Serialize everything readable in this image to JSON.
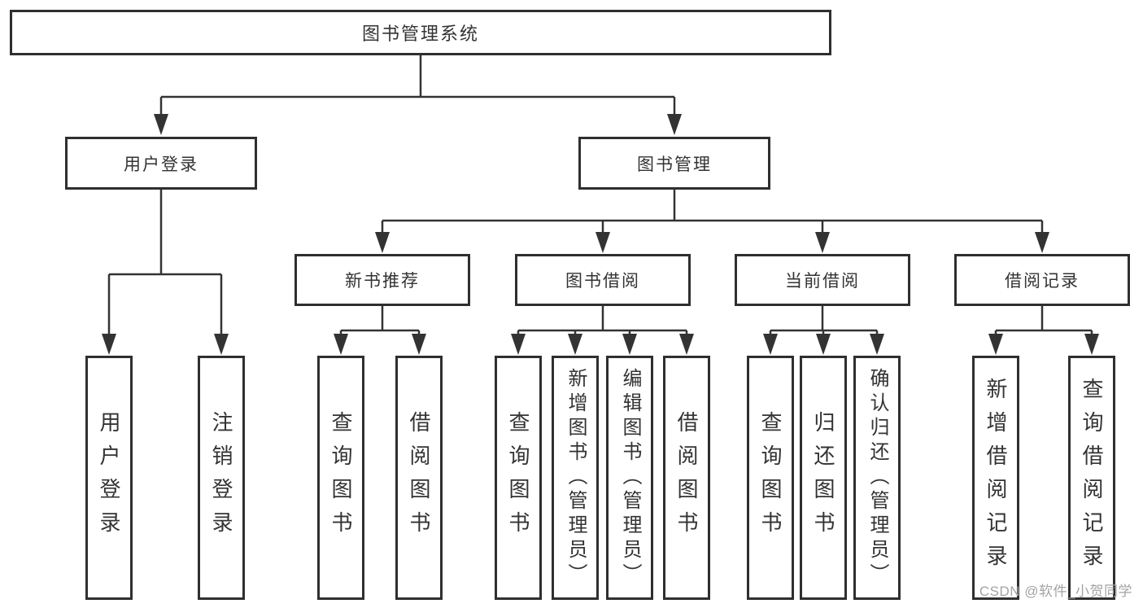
{
  "colors": {
    "background": "#ffffff",
    "line": "#333333",
    "box_border": "#2f2f2f",
    "text": "#333333",
    "watermark": "#a3a3a3"
  },
  "tree": {
    "root": {
      "label": "图书管理系统"
    },
    "level2": [
      {
        "label": "用户登录",
        "children": [
          {
            "label": "用户登录"
          },
          {
            "label": "注销登录"
          }
        ]
      },
      {
        "label": "图书管理"
      }
    ],
    "level3": [
      {
        "label": "新书推荐",
        "children": [
          {
            "label": "查询图书"
          },
          {
            "label": "借阅图书"
          }
        ]
      },
      {
        "label": "图书借阅",
        "children": [
          {
            "label": "查询图书"
          },
          {
            "label": "新增图书（管理员）"
          },
          {
            "label": "编辑图书（管理员）"
          },
          {
            "label": "借阅图书"
          }
        ]
      },
      {
        "label": "当前借阅",
        "children": [
          {
            "label": "查询图书"
          },
          {
            "label": "归还图书"
          },
          {
            "label": "确认归还（管理员）"
          }
        ]
      },
      {
        "label": "借阅记录",
        "children": [
          {
            "label": "新增借阅记录"
          },
          {
            "label": "查询借阅记录"
          }
        ]
      }
    ]
  },
  "watermark": {
    "text": "CSDN @软件_小贺同学"
  }
}
